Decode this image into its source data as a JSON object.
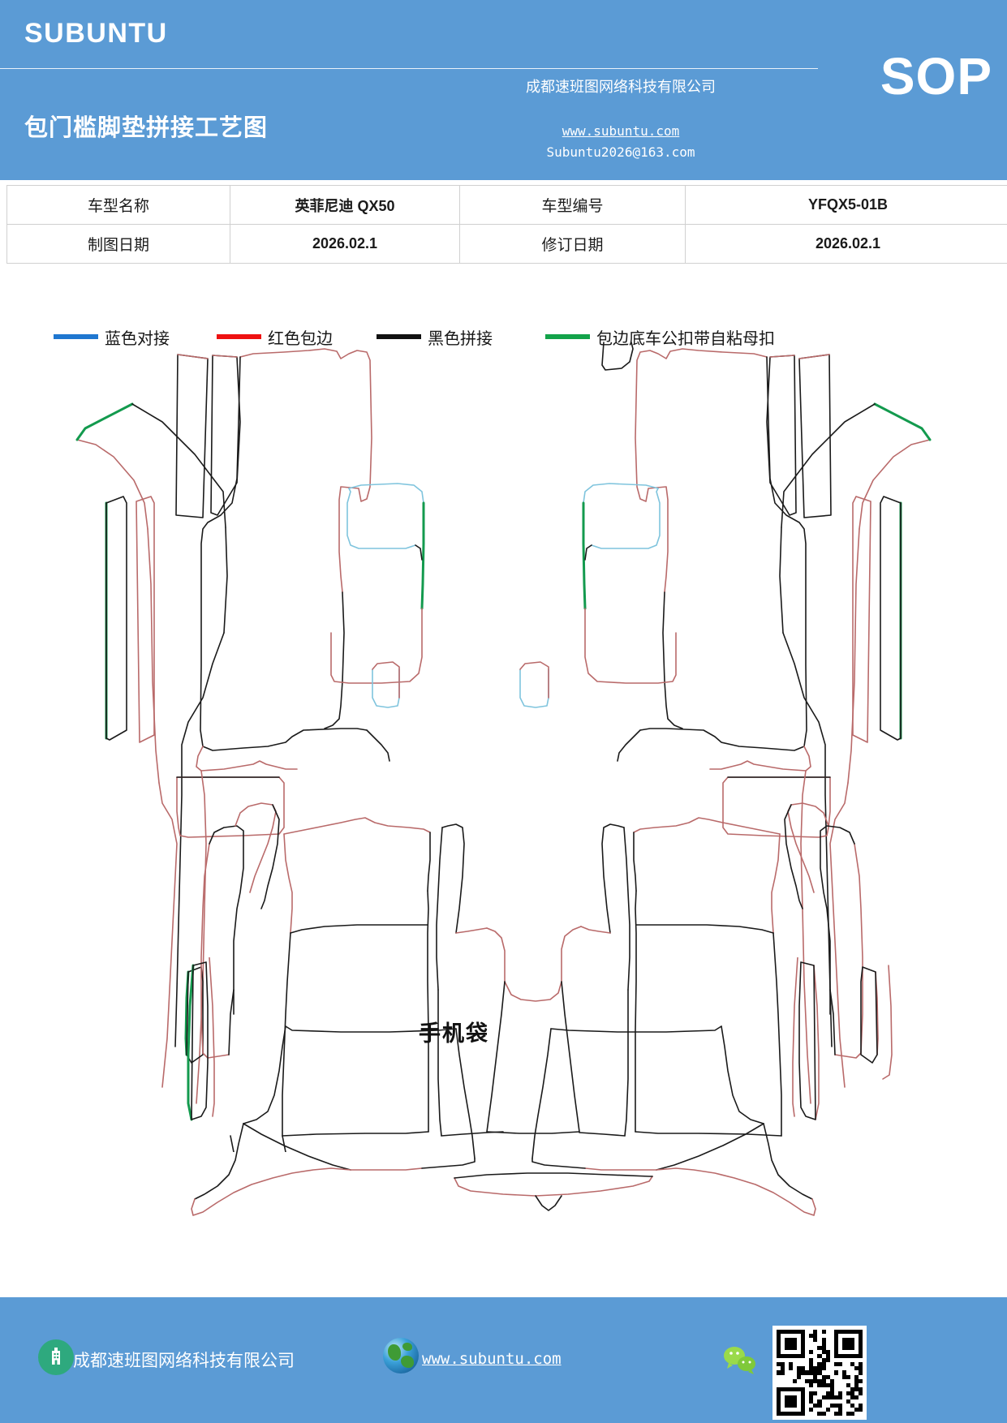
{
  "header": {
    "brand": "SUBUNTU",
    "sop_label": "SOP",
    "doc_title": "包门槛脚垫拼接工艺图",
    "company_cn": "成都速班图网络科技有限公司",
    "site_url": "www.subuntu.com",
    "email": "Subuntu2026@163.com",
    "bg_color": "#5b9bd5"
  },
  "info_table": {
    "rows": [
      {
        "label_1": "车型名称",
        "value_1": "英菲尼迪 QX50",
        "label_2": "车型编号",
        "value_2": "YFQX5-01B"
      },
      {
        "label_1": "制图日期",
        "value_1": "2026.02.1",
        "label_2": "修订日期",
        "value_2": "2026.02.1"
      }
    ]
  },
  "legend": {
    "items": [
      {
        "color": "#1f77d0",
        "label": "蓝色对接"
      },
      {
        "color": "#ee1111",
        "label": "红色包边"
      },
      {
        "color": "#111111",
        "label": "黑色拼接"
      },
      {
        "color": "#13a34a",
        "label": "包边底车公扣带自粘母扣"
      }
    ]
  },
  "drawing": {
    "annotation_phone_pocket": "手机袋",
    "line_colors": {
      "black_stitch": "#1a1a1a",
      "red_binding": "#b96a6a",
      "green_hook": "#139a4e",
      "green_light": "#63d6a0",
      "blue_butt": "#7fc4dd"
    }
  },
  "footer": {
    "company_cn": "成都速班图网络科技有限公司",
    "site_url": "www.subuntu.com",
    "building_icon": "building-icon",
    "globe_icon": "globe-icon",
    "wechat_icon": "wechat-icon",
    "qr_icon": "qr-code"
  }
}
